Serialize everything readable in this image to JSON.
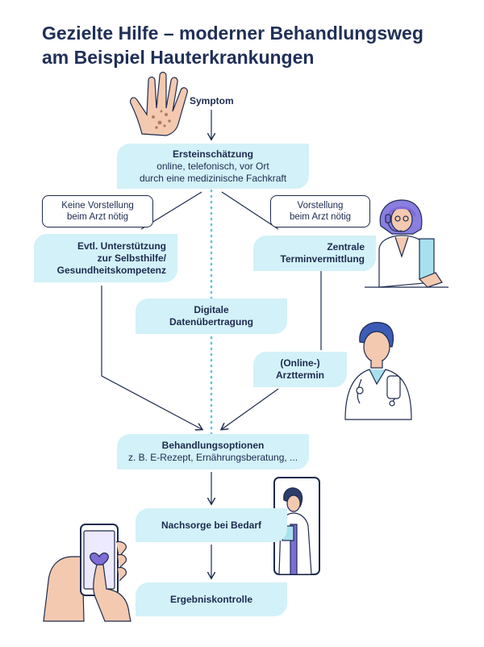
{
  "title": {
    "line1": "Gezielte Hilfe – moderner Behandlungsweg",
    "line2": "am Beispiel Hauterkrankungen"
  },
  "nodes": {
    "symptom": "Symptom",
    "ersteinschaetzung": {
      "title": "Ersteinschätzung",
      "line1": "online, telefonisch, vor Ort",
      "line2": "durch eine medizinische Fachkraft"
    },
    "keine_vorstellung": {
      "line1": "Keine Vorstellung",
      "line2": "beim Arzt nötig"
    },
    "vorstellung": {
      "line1": "Vorstellung",
      "line2": "beim Arzt nötig"
    },
    "selbsthilfe": {
      "line1": "Evtl. Unterstützung",
      "line2": "zur Selbsthilfe/",
      "line3": "Gesundheitskompetenz"
    },
    "terminvermittlung": {
      "line1": "Zentrale",
      "line2": "Terminvermittlung"
    },
    "datenuebertragung": {
      "line1": "Digitale",
      "line2": "Datenübertragung"
    },
    "arzttermin": {
      "line1": "(Online-)",
      "line2": "Arzttermin"
    },
    "behandlung": {
      "title": "Behandlungsoptionen",
      "subtitle": "z. B. E-Rezept, Ernährungsberatung, ..."
    },
    "nachsorge": "Nachsorge bei Bedarf",
    "ergebnis": "Ergebniskontrolle"
  },
  "colors": {
    "box": "#d3f1f8",
    "line": "#1d2b4f",
    "dotted": "#5cc6dc",
    "accent_purple": "#7e6cd6",
    "skin": "#f3c9b0"
  },
  "illustrations": [
    "hand-icon",
    "headset-agent-icon",
    "doctor-icon",
    "phone-doctor-icon",
    "phone-heart-icon"
  ]
}
